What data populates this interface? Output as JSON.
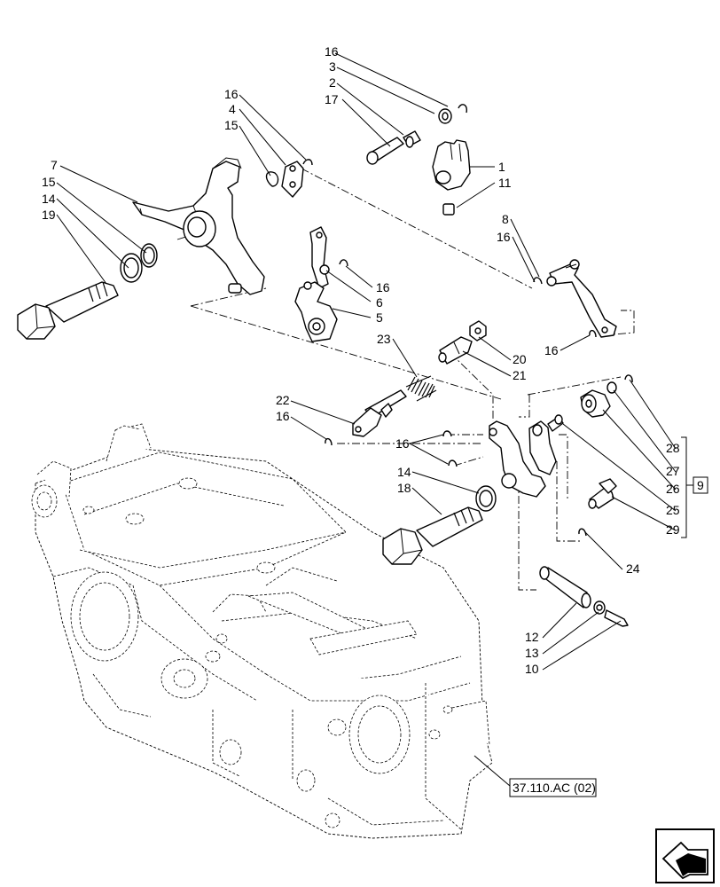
{
  "callouts": {
    "c1": "1",
    "c2": "2",
    "c3": "3",
    "c4": "4",
    "c5": "5",
    "c6": "6",
    "c7": "7",
    "c8": "8",
    "c9": "9",
    "c10": "10",
    "c11": "11",
    "c12": "12",
    "c13": "13",
    "c14": "14",
    "c15": "15",
    "c16": "16",
    "c17": "17",
    "c18": "18",
    "c19": "19",
    "c20": "20",
    "c21": "21",
    "c22": "22",
    "c23": "23",
    "c24": "24",
    "c25": "25",
    "c26": "26",
    "c27": "27",
    "c28": "28",
    "c29": "29"
  },
  "reference": "37.110.AC (02)",
  "nav": {
    "icon": "next-page-arrow-icon"
  }
}
